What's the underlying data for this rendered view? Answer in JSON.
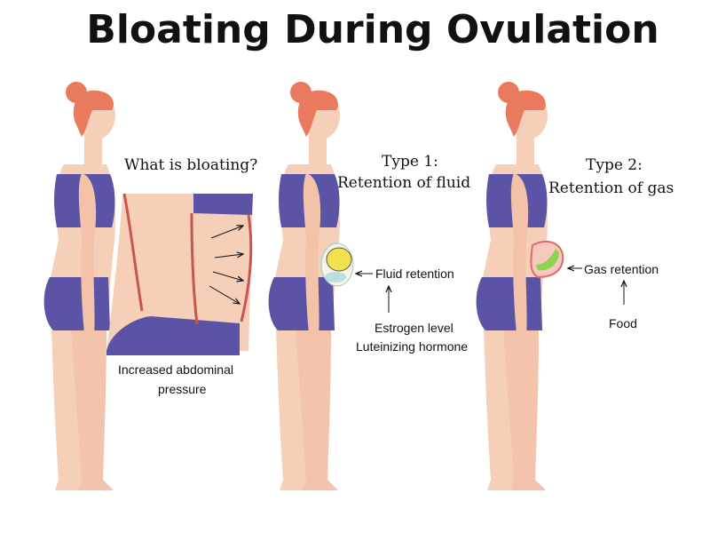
{
  "title": "Bloating During Ovulation",
  "panel1": {
    "heading": "What is bloating?",
    "caption_line1": "Increased abdominal",
    "caption_line2": "pressure"
  },
  "panel2": {
    "heading_line1": "Type 1:",
    "heading_line2": "Retention of fluid",
    "label": "Fluid retention",
    "cause_line1": "Estrogen level",
    "cause_line2": "Luteinizing hormone"
  },
  "panel3": {
    "heading_line1": "Type 2:",
    "heading_line2": "Retention of gas",
    "label": "Gas retention",
    "cause": "Food"
  },
  "colors": {
    "skin": "#f6cfb8",
    "purple": "#5b53a6",
    "hair": "#ea7a5e",
    "outline": "#c9564c"
  }
}
